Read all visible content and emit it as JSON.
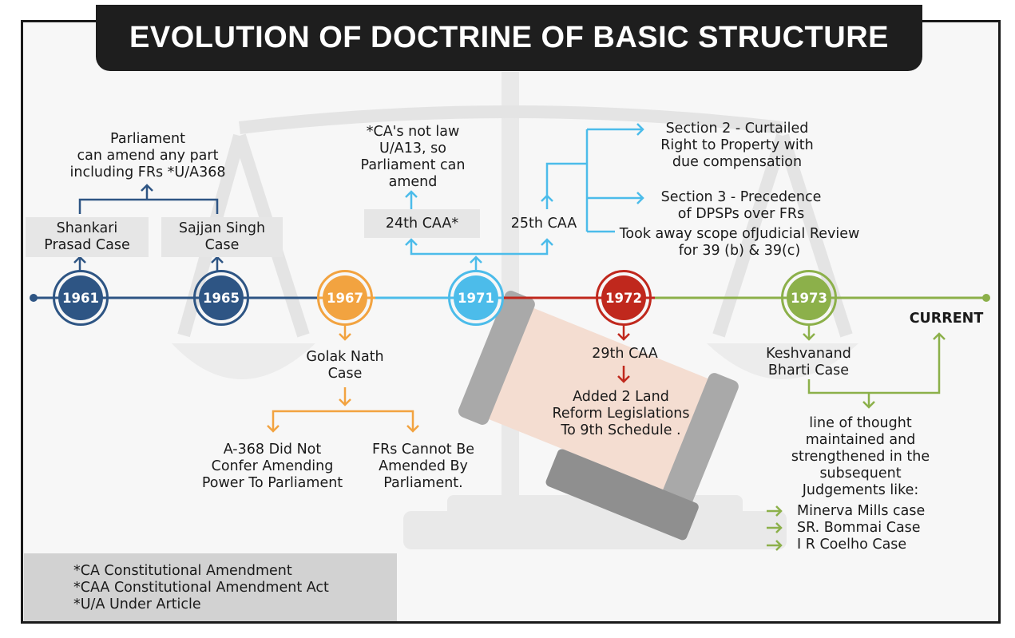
{
  "title": "EVOLUTION OF DOCTRINE OF BASIC STRUCTURE",
  "colors": {
    "y1961": "#2e5584",
    "y1965": "#2e5584",
    "y1967": "#f2a340",
    "y1971": "#4cbcea",
    "y1972": "#c0281d",
    "y1973": "#8cb04a"
  },
  "timeline": [
    {
      "year": "1961"
    },
    {
      "year": "1965"
    },
    {
      "year": "1967"
    },
    {
      "year": "1971"
    },
    {
      "year": "1972"
    },
    {
      "year": "1973"
    }
  ],
  "current_label": "CURRENT",
  "early": {
    "parliament_note": [
      "Parliament",
      "can amend any part",
      "including FRs *U/A368"
    ],
    "shankari": [
      "Shankari",
      "Prasad Case"
    ],
    "sajjan": [
      "Sajjan Singh",
      "Case"
    ]
  },
  "golaknath": {
    "case": [
      "Golak Nath",
      "Case"
    ],
    "left": [
      "A-368 Did Not",
      "Confer Amending",
      "Power To Parliament"
    ],
    "right": [
      "FRs Cannot Be",
      "Amended By",
      "Parliament."
    ]
  },
  "y1971": {
    "ca_note": [
      "*CA's not law",
      "U/A13, so",
      "Parliament can",
      "amend"
    ],
    "caa24": "24th CAA*",
    "caa25": "25th CAA",
    "section2": [
      "Section 2 - Curtailed",
      "Right to Property with",
      "due compensation"
    ],
    "section3": [
      "Section 3 - Precedence",
      "of DPSPs over FRs"
    ],
    "judicial": [
      "Took away scope ofJudicial Review",
      "for 39 (b) & 39(c)"
    ]
  },
  "y1972": {
    "caa29": "29th CAA",
    "land": [
      "Added 2 Land",
      "Reform Legislations",
      "To 9th Schedule ."
    ]
  },
  "y1973": {
    "kesh": [
      "Keshvanand",
      "Bharti Case"
    ],
    "line": [
      "line of thought",
      "maintained and",
      "strengthened in the",
      "subsequent",
      "Judgements like:"
    ],
    "cases": [
      "Minerva Mills case",
      "SR. Bommai Case",
      "I R Coelho Case"
    ]
  },
  "legend": [
    "*CA Constitutional Amendment",
    "*CAA Constitutional Amendment Act",
    "*U/A Under Article"
  ]
}
